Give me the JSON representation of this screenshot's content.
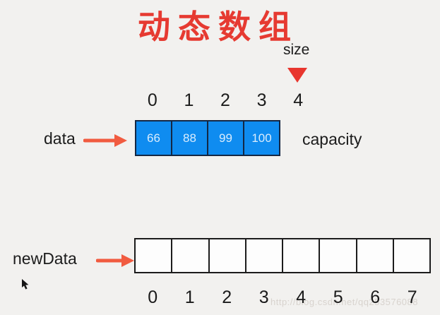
{
  "title": "动态数组",
  "size_pointer": {
    "label": "size"
  },
  "top_array": {
    "pointer_label": "data",
    "capacity_label": "capacity",
    "indices": [
      "0",
      "1",
      "2",
      "3",
      "4"
    ],
    "values": [
      "66",
      "88",
      "99",
      "100"
    ]
  },
  "bottom_array": {
    "pointer_label": "newData",
    "indices": [
      "0",
      "1",
      "2",
      "3",
      "4",
      "5",
      "6",
      "7"
    ],
    "cell_count": 8
  },
  "watermark": "http://blog.csdn.net/qq253576088",
  "colors": {
    "title_red": "#e63a31",
    "triangle_red": "#e8362e",
    "arrow_orange": "#f15b40",
    "cell_blue": "#0f8cf0",
    "cell_text": "#d9ecfd",
    "border_dark": "#142743",
    "background": "#f2f1ef",
    "watermark_gray": "#d8d3ce"
  }
}
